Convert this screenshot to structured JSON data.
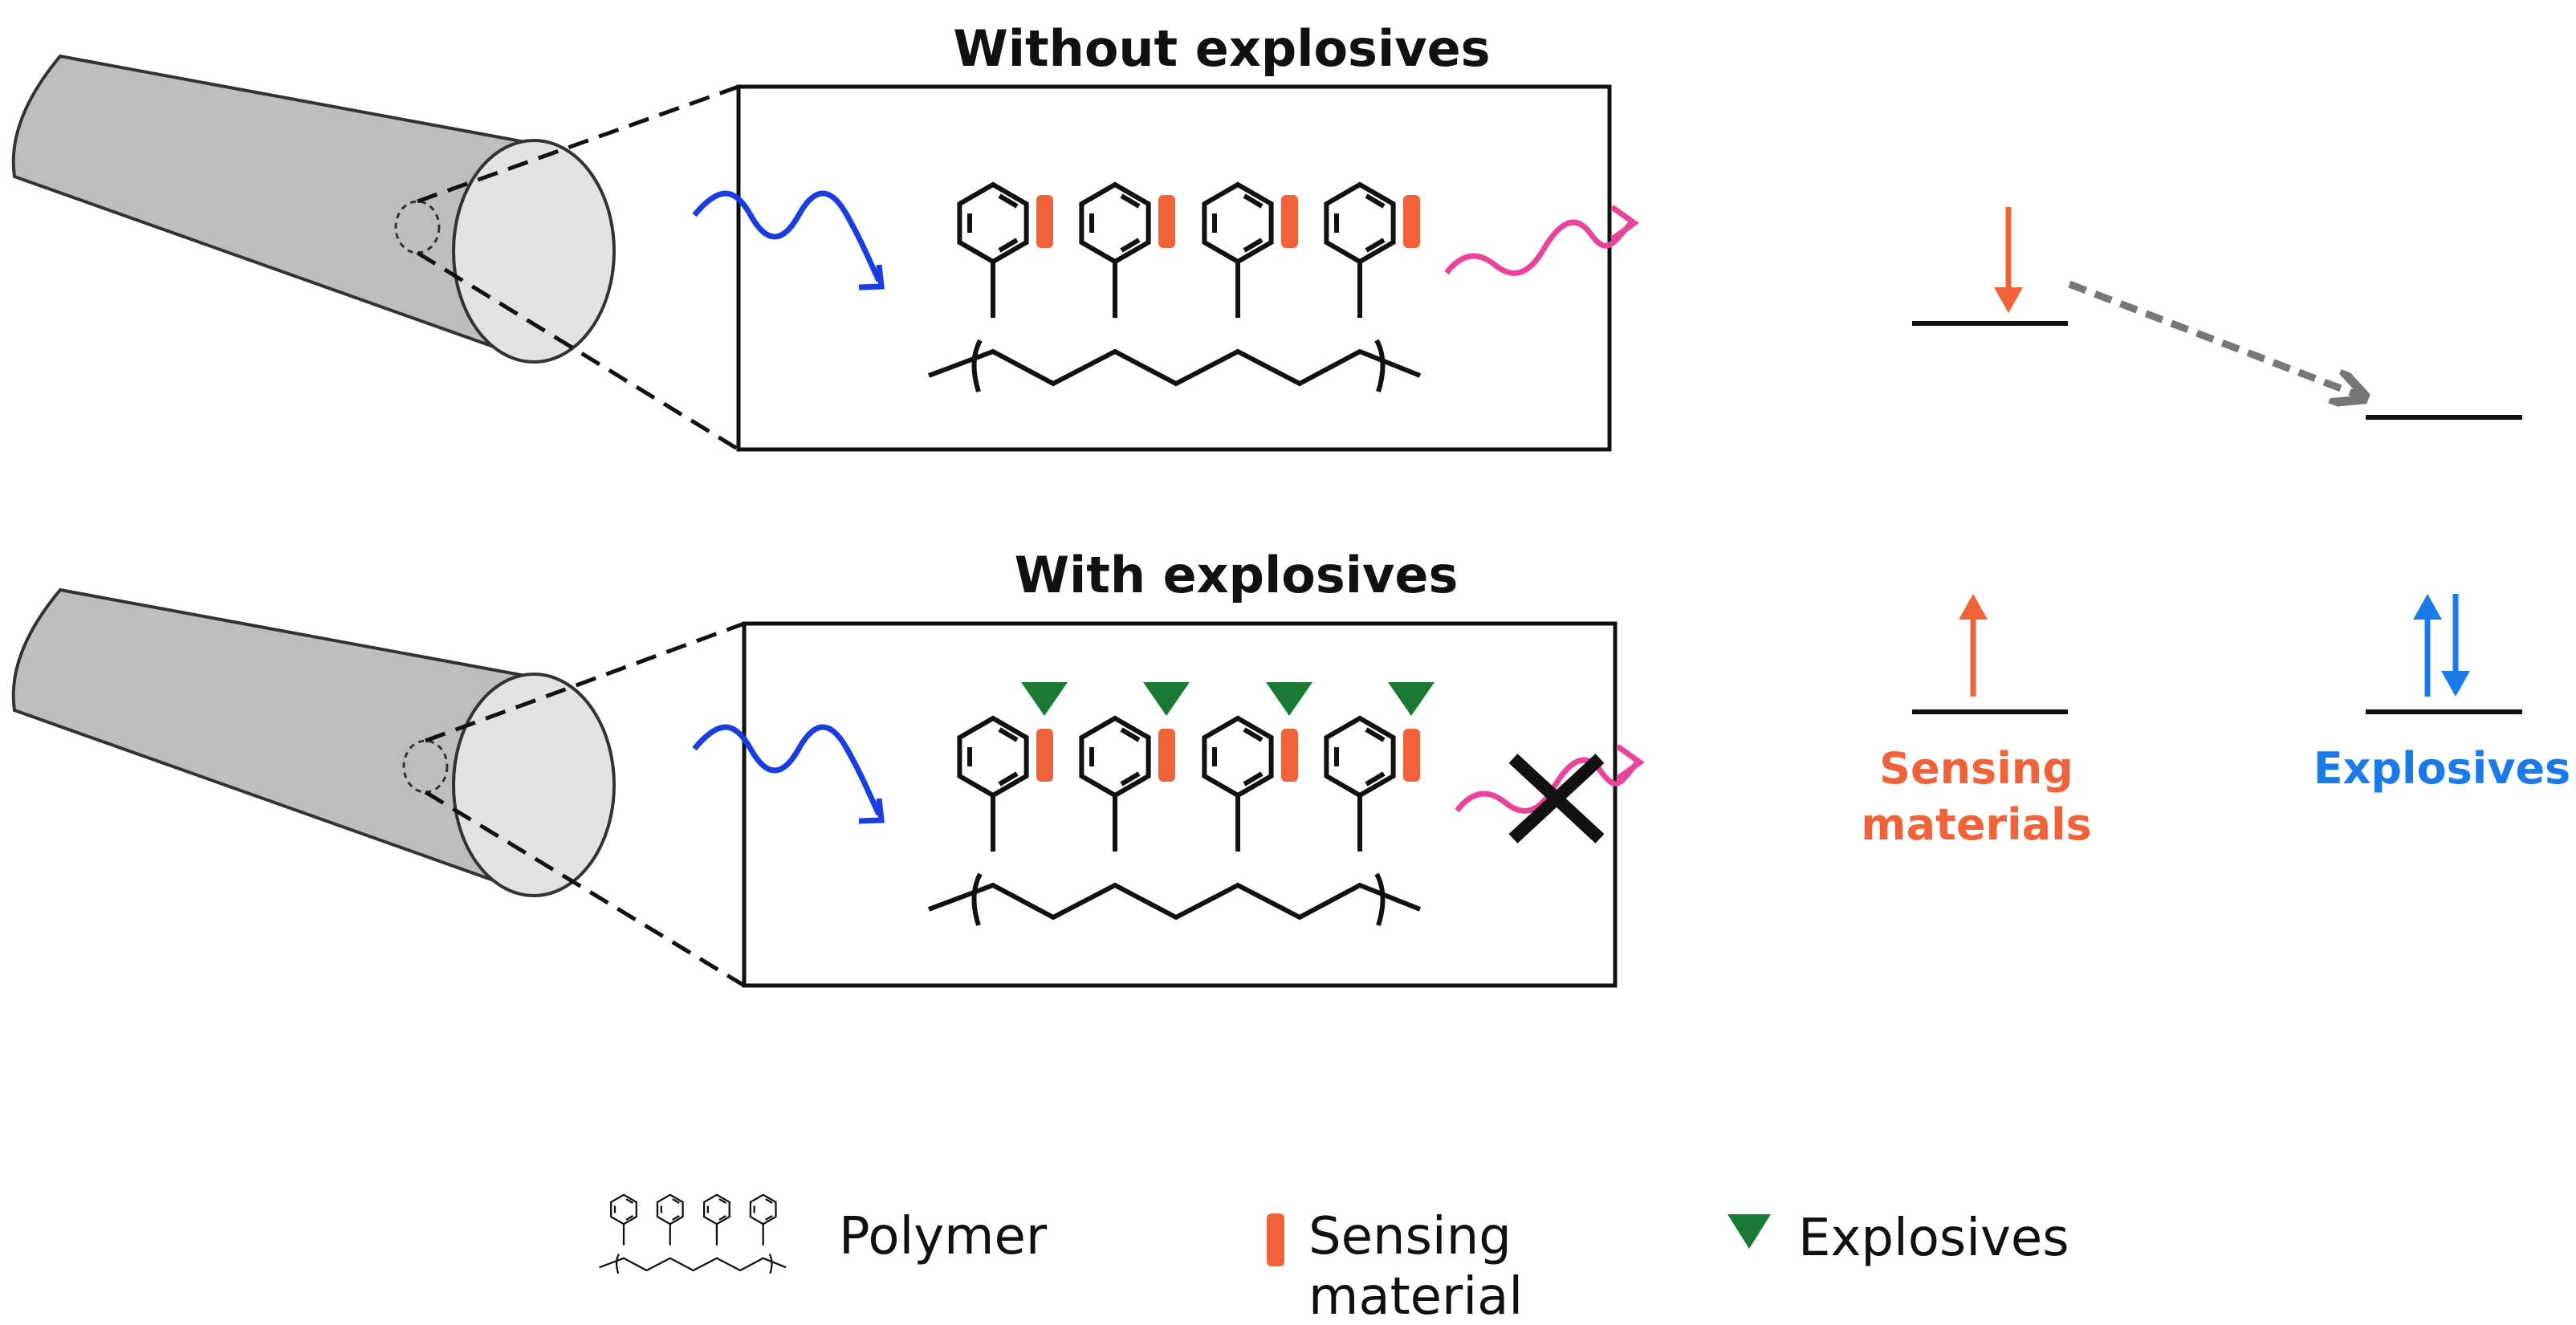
{
  "panels": {
    "top": {
      "title": "Without explosives"
    },
    "bottom": {
      "title": "With explosives"
    }
  },
  "energy_diagram": {
    "sensing_label_line1": "Sensing",
    "sensing_label_line2": "materials",
    "explosives_label": "Explosives"
  },
  "legend": {
    "polymer": "Polymer",
    "sensing_line1": "Sensing",
    "sensing_line2": "material",
    "explosives": "Explosives"
  },
  "colors": {
    "sensing_material": "#f0623a",
    "explosives_marker": "#1a7a35",
    "excitation_light": "#1a3de0",
    "emission_light": "#e8449a",
    "sensing_energy": "#f0623a",
    "explosives_energy": "#1a7ae8",
    "transfer_arrow": "#777777",
    "fiber_body": "#bdbdbd",
    "fiber_end": "#e2e2e2"
  },
  "icons": [
    "optical-fiber-icon",
    "phenyl-ring-icon",
    "quench-cross-icon",
    "wavy-arrow-icon"
  ]
}
